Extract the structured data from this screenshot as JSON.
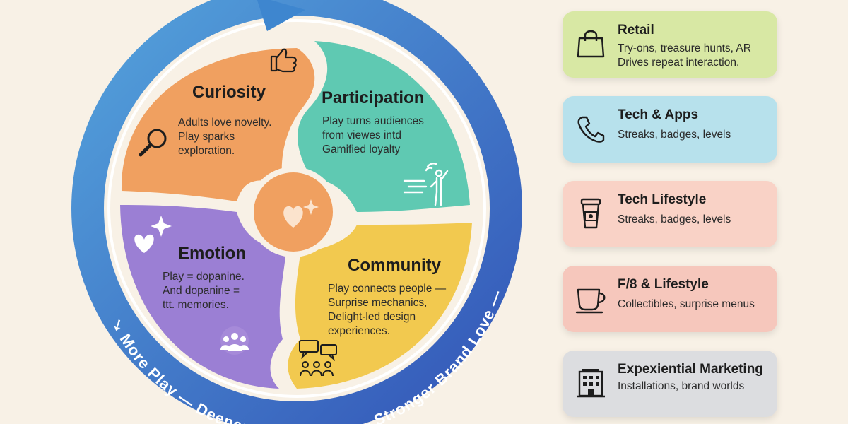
{
  "quadrants": {
    "curiosity": {
      "title": "Curiosity",
      "lines": [
        "Adults love novelty.",
        "Play sparks",
        "exploration."
      ]
    },
    "participation": {
      "title": "Participation",
      "lines": [
        "Play turns audiences",
        "from viewes intd",
        "Gamified loyalty"
      ]
    },
    "emotion": {
      "title": "Emotion",
      "lines": [
        "Play = dopanine.",
        "And dopanine =",
        "ttt. memories."
      ]
    },
    "community": {
      "title": "Community",
      "lines": [
        "Play connects people —",
        "Surprise mechanics,",
        "Delight-led design",
        "experiences."
      ]
    }
  },
  "ring_text": "➘ More Play — Deeper Engagement — Stronger Brand Love — More Play",
  "cards": [
    {
      "title": "Retail",
      "lines": [
        "Try-ons, treasure hunts, AR",
        "Drives repeat interaction."
      ],
      "icon": "shopping-bag-icon",
      "color": "#d8e8a4"
    },
    {
      "title": "Tech & Apps",
      "lines": [
        "Streaks, badges, levels"
      ],
      "icon": "phone-icon",
      "color": "#b7e1ec"
    },
    {
      "title": "Tech Lifestyle",
      "lines": [
        "Streaks, badges, levels"
      ],
      "icon": "coffee-cup-icon",
      "color": "#f9d2c6"
    },
    {
      "title": "F/8 & Lifestyle",
      "lines": [
        "Collectibles, surprise menus"
      ],
      "icon": "tea-cup-icon",
      "color": "#f6c7bc"
    },
    {
      "title": "Expexiential Marketing",
      "lines": [
        "Installations, brand worlds"
      ],
      "icon": "building-icon",
      "color": "#dcdde0"
    }
  ]
}
